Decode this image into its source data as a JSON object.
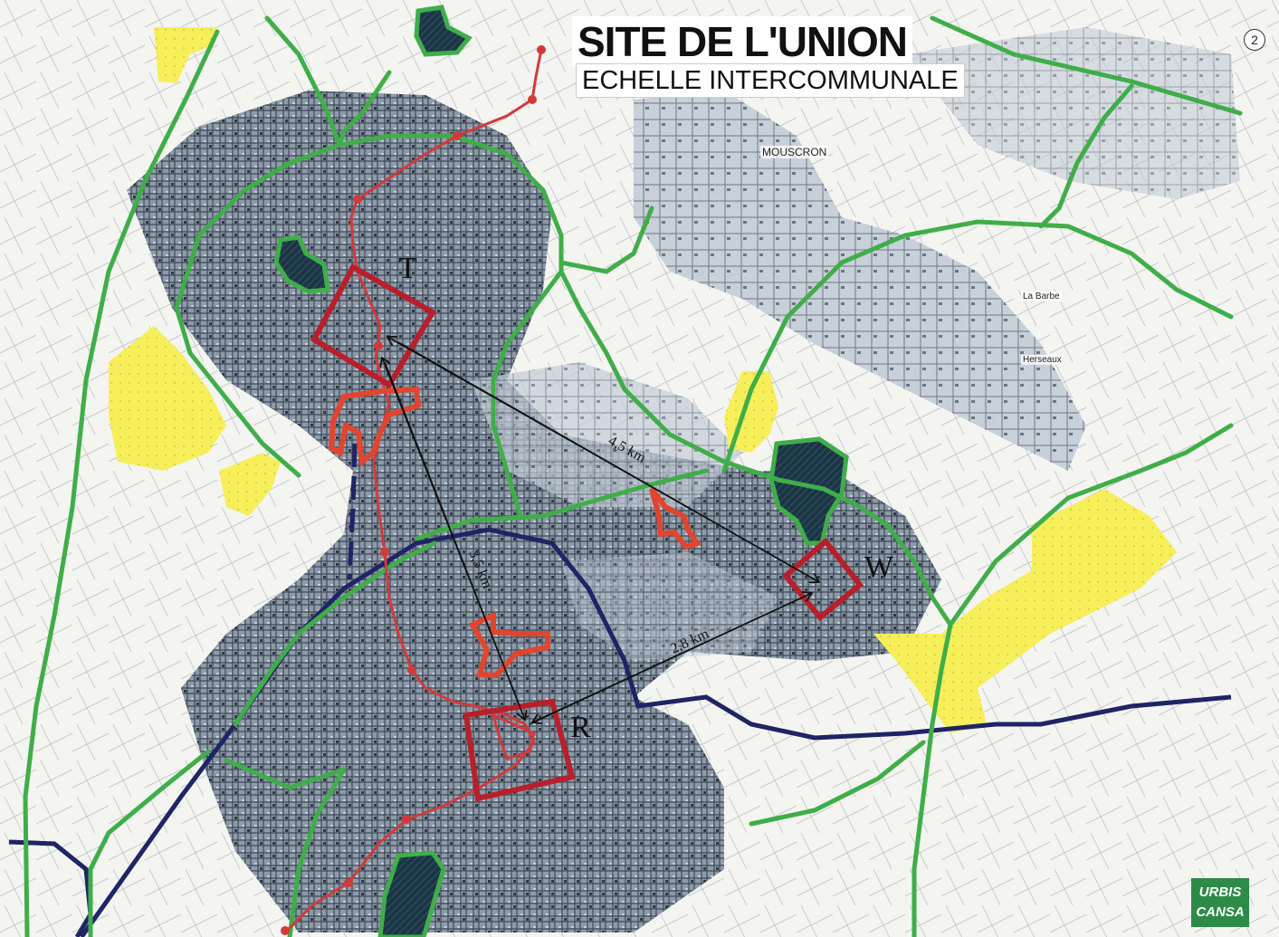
{
  "title": "SITE DE L'UNION",
  "subtitle": "ECHELLE INTERCOMMUNALE",
  "page_number": "2",
  "places": [
    {
      "id": "mouscron",
      "label": "MOUSCRON"
    },
    {
      "id": "la-barbe",
      "label": "La Barbe"
    },
    {
      "id": "herseaux",
      "label": "Herseaux"
    }
  ],
  "sites": [
    {
      "id": "t",
      "letter": "T"
    },
    {
      "id": "w",
      "letter": "W"
    },
    {
      "id": "r",
      "letter": "R"
    }
  ],
  "distances": [
    {
      "id": "t-w",
      "label": "4,5 km"
    },
    {
      "id": "t-r",
      "label": "3,5 km"
    },
    {
      "id": "r-w",
      "label": "2,8 km"
    }
  ],
  "logo": {
    "line1": "URBIS",
    "line2": "CANSA"
  },
  "colors": {
    "green_corridor": "#3fae49",
    "red_metro": "#d23a3a",
    "site_frame": "#b81f2a",
    "site_shape": "#e2452e",
    "navy_canal": "#1f2466",
    "yellow_zone": "#f6ef5a",
    "park_dark": "#1c3545",
    "urban_fabric": "#6f7d8c"
  }
}
